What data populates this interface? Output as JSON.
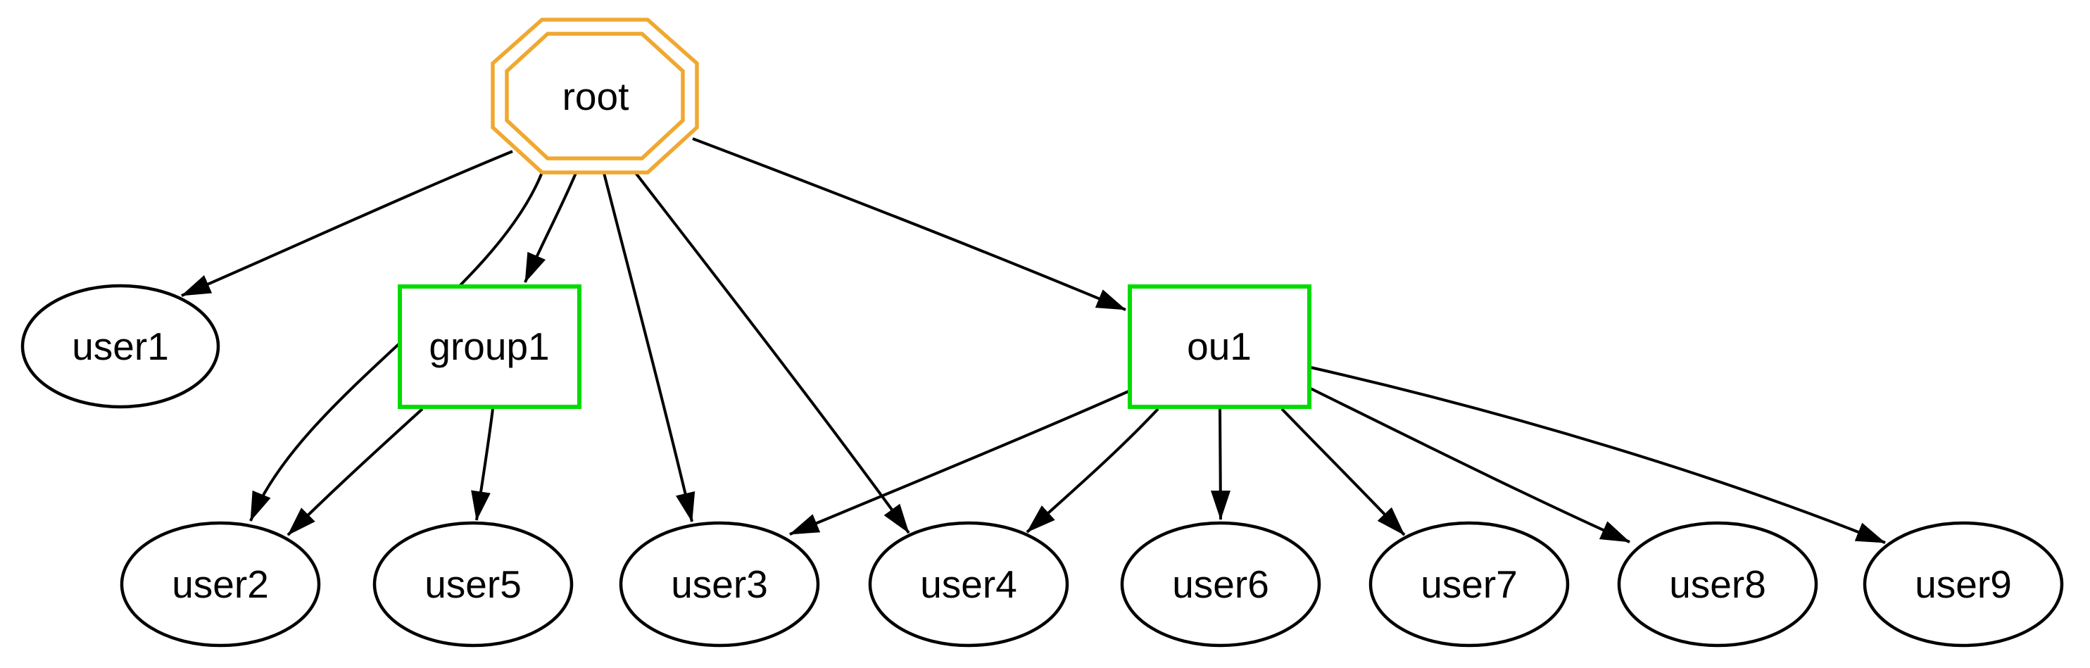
{
  "diagram": {
    "type": "directed-graph",
    "background": "#ffffff",
    "colors": {
      "root_border": "#f0a830",
      "container_border": "#00dc00",
      "node_border": "#000000",
      "edge": "#000000",
      "label": "#000000"
    },
    "nodes": [
      {
        "id": "root",
        "label": "root",
        "shape": "doubleoctagon"
      },
      {
        "id": "user1",
        "label": "user1",
        "shape": "ellipse"
      },
      {
        "id": "group1",
        "label": "group1",
        "shape": "box"
      },
      {
        "id": "ou1",
        "label": "ou1",
        "shape": "box"
      },
      {
        "id": "user2",
        "label": "user2",
        "shape": "ellipse"
      },
      {
        "id": "user5",
        "label": "user5",
        "shape": "ellipse"
      },
      {
        "id": "user3",
        "label": "user3",
        "shape": "ellipse"
      },
      {
        "id": "user4",
        "label": "user4",
        "shape": "ellipse"
      },
      {
        "id": "user6",
        "label": "user6",
        "shape": "ellipse"
      },
      {
        "id": "user7",
        "label": "user7",
        "shape": "ellipse"
      },
      {
        "id": "user8",
        "label": "user8",
        "shape": "ellipse"
      },
      {
        "id": "user9",
        "label": "user9",
        "shape": "ellipse"
      }
    ],
    "edges": [
      {
        "from": "root",
        "to": "user1"
      },
      {
        "from": "root",
        "to": "user2"
      },
      {
        "from": "root",
        "to": "group1"
      },
      {
        "from": "root",
        "to": "user3"
      },
      {
        "from": "root",
        "to": "user4"
      },
      {
        "from": "root",
        "to": "ou1"
      },
      {
        "from": "group1",
        "to": "user2"
      },
      {
        "from": "group1",
        "to": "user5"
      },
      {
        "from": "ou1",
        "to": "user3"
      },
      {
        "from": "ou1",
        "to": "user4"
      },
      {
        "from": "ou1",
        "to": "user6"
      },
      {
        "from": "ou1",
        "to": "user7"
      },
      {
        "from": "ou1",
        "to": "user8"
      },
      {
        "from": "ou1",
        "to": "user9"
      }
    ]
  }
}
